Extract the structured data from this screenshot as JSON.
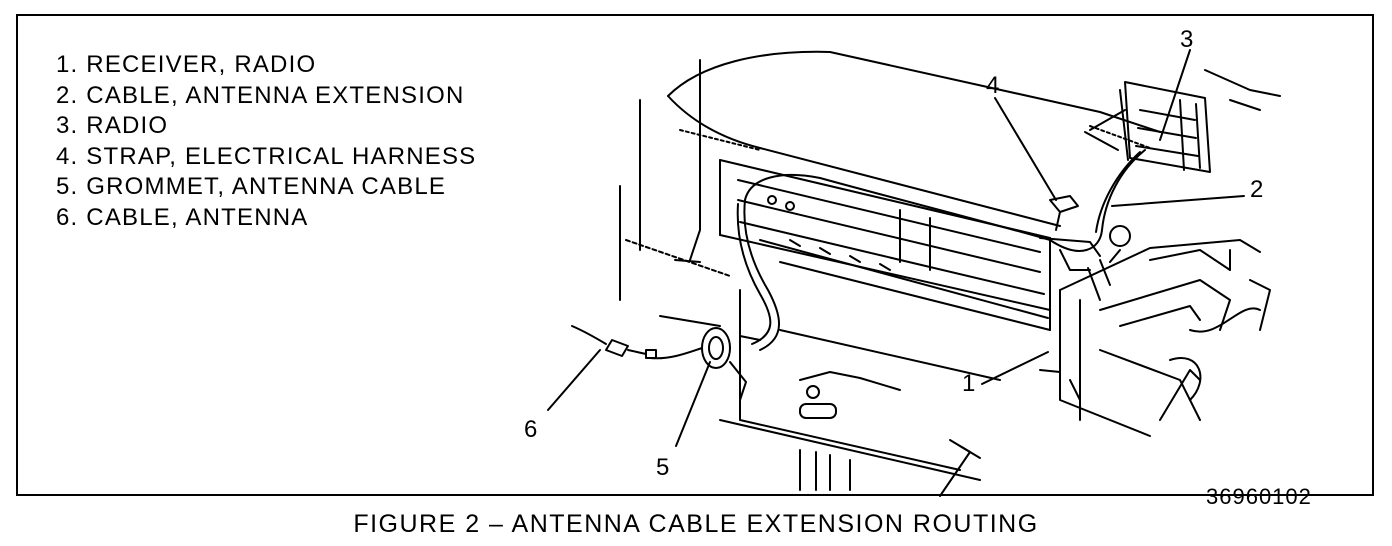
{
  "legend": {
    "items": [
      "1. RECEIVER, RADIO",
      "2. CABLE, ANTENNA EXTENSION",
      "3. RADIO",
      "4. STRAP, ELECTRICAL HARNESS",
      "5. GROMMET, ANTENNA CABLE",
      "6. CABLE, ANTENNA"
    ]
  },
  "callouts": {
    "c1": "1",
    "c2": "2",
    "c3": "3",
    "c4": "4",
    "c5": "5",
    "c6": "6"
  },
  "part_code": "36960102",
  "caption": "FIGURE 2 – ANTENNA CABLE EXTENSION ROUTING"
}
